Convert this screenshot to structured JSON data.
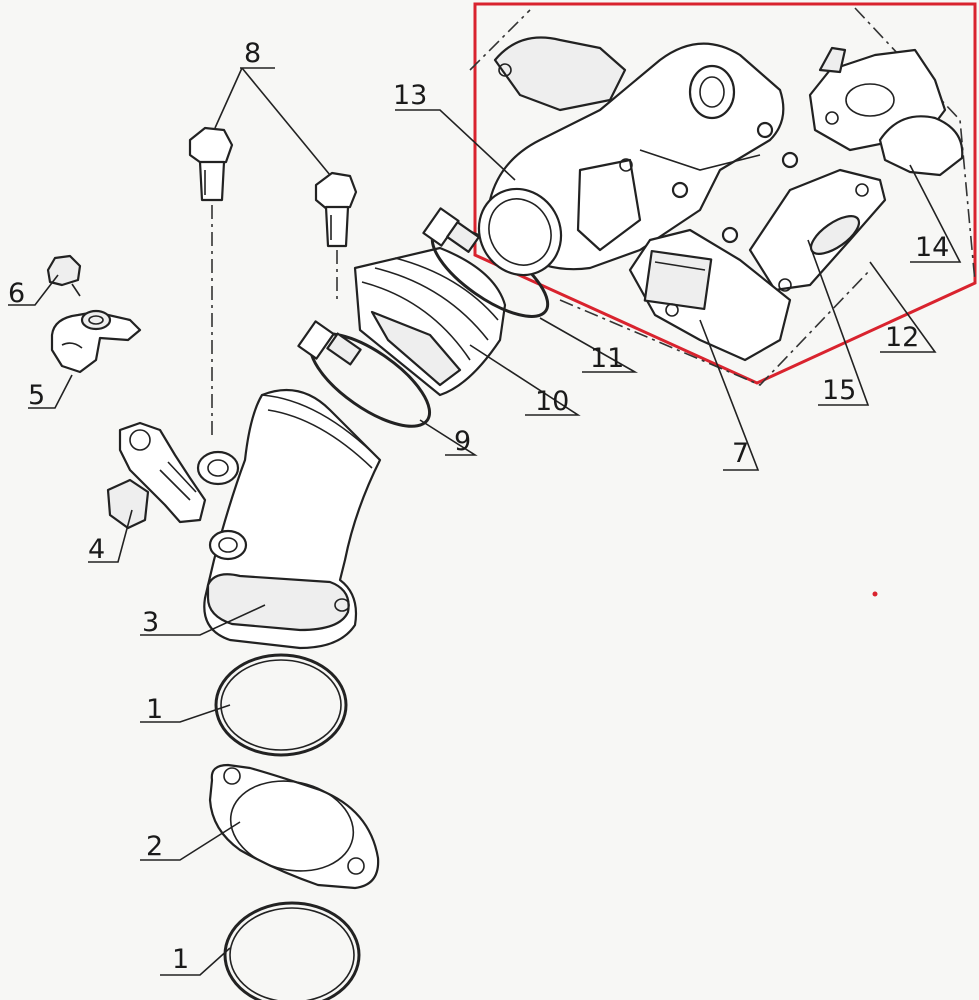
{
  "diagram": {
    "callouts": [
      {
        "id": "c1a",
        "text": "1"
      },
      {
        "id": "c1b",
        "text": "1"
      },
      {
        "id": "c2",
        "text": "2"
      },
      {
        "id": "c3",
        "text": "3"
      },
      {
        "id": "c4",
        "text": "4"
      },
      {
        "id": "c5",
        "text": "5"
      },
      {
        "id": "c6",
        "text": "6"
      },
      {
        "id": "c7",
        "text": "7"
      },
      {
        "id": "c8",
        "text": "8"
      },
      {
        "id": "c9",
        "text": "9"
      },
      {
        "id": "c10",
        "text": "10"
      },
      {
        "id": "c11",
        "text": "11"
      },
      {
        "id": "c12",
        "text": "12"
      },
      {
        "id": "c13",
        "text": "13"
      },
      {
        "id": "c14",
        "text": "14"
      },
      {
        "id": "c15",
        "text": "15"
      }
    ],
    "highlight_color": "#d9232e",
    "line_color": "#222222"
  }
}
